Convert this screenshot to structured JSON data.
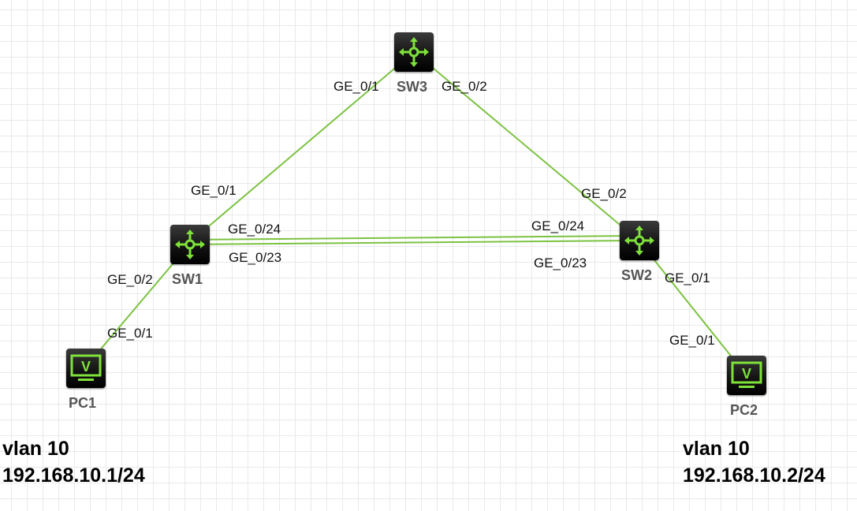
{
  "devices": {
    "sw3": {
      "name": "SW3",
      "icon": "switch-icon"
    },
    "sw1": {
      "name": "SW1",
      "icon": "switch-icon"
    },
    "sw2": {
      "name": "SW2",
      "icon": "switch-icon"
    },
    "pc1": {
      "name": "PC1",
      "icon": "pc-icon",
      "screen_letter": "V"
    },
    "pc2": {
      "name": "PC2",
      "icon": "pc-icon",
      "screen_letter": "V"
    }
  },
  "ports": {
    "sw3_to_sw1": "GE_0/1",
    "sw3_to_sw2": "GE_0/2",
    "sw1_to_sw3": "GE_0/1",
    "sw2_to_sw3": "GE_0/2",
    "sw1_link24": "GE_0/24",
    "sw1_link23": "GE_0/23",
    "sw2_link24": "GE_0/24",
    "sw2_link23": "GE_0/23",
    "sw1_to_pc1": "GE_0/2",
    "pc1_to_sw1": "GE_0/1",
    "sw2_to_pc2": "GE_0/1",
    "pc2_to_sw2": "GE_0/1"
  },
  "notes": {
    "left": {
      "vlan": "vlan 10",
      "ip": "192.168.10.1/24"
    },
    "right": {
      "vlan": "vlan 10",
      "ip": "192.168.10.2/24"
    }
  },
  "colors": {
    "link": "#7cc242",
    "icon_accent": "#7fe23a",
    "device_body": "#111111"
  }
}
